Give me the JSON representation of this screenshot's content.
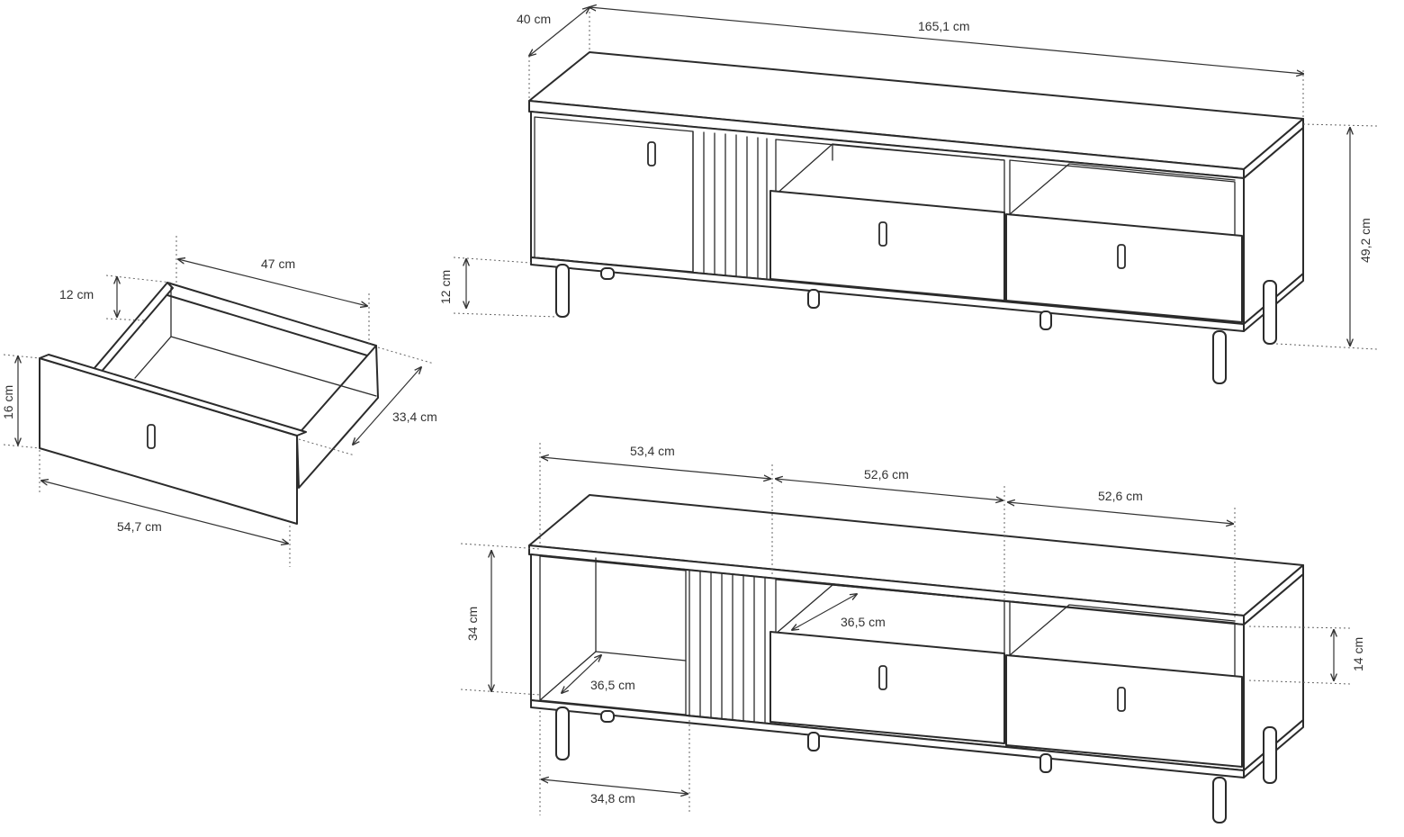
{
  "labels": {
    "top_depth": "40 cm",
    "top_width": "165,1 cm",
    "top_height": "49,2 cm",
    "top_leg": "12 cm",
    "drawer_width": "47 cm",
    "drawer_side": "12 cm",
    "drawer_front_h": "16 cm",
    "drawer_depth": "33,4 cm",
    "drawer_front_w": "54,7 cm",
    "bot_sec1": "53,4 cm",
    "bot_sec2": "52,6 cm",
    "bot_sec3": "52,6 cm",
    "bot_height": "34 cm",
    "bot_inner_depth_left": "36,5 cm",
    "bot_inner_depth_mid": "36,5 cm",
    "bot_niche": "14 cm",
    "bot_open_w": "34,8 cm"
  }
}
